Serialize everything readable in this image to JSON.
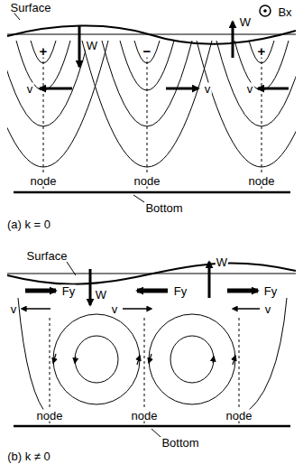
{
  "diagram": {
    "labels": [
      "Surface",
      "Bx",
      "+",
      "W",
      "W",
      "−",
      "+",
      "v",
      "v",
      "v",
      "node",
      "node",
      "node",
      "Bottom",
      "(a) k = 0",
      "Surface",
      "W",
      "W",
      "Fy",
      "Fy",
      "Fy",
      "v",
      "v",
      "v",
      "node",
      "node",
      "node",
      "Bottom",
      "(b) k ≠ 0"
    ]
  }
}
